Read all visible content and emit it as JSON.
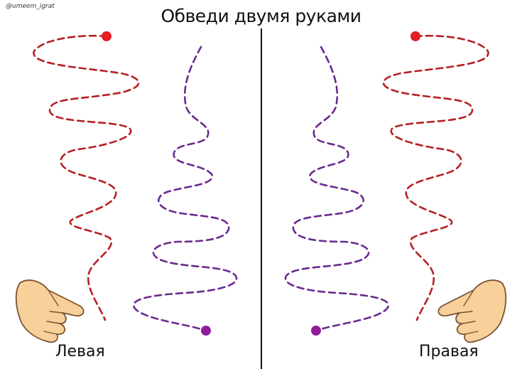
{
  "watermark": "@umeem_igrat",
  "title": "Обведи двумя руками",
  "labels": {
    "left": "Левая",
    "right": "Правая"
  },
  "colors": {
    "red_path": "#b52025",
    "purple_path": "#6a2a8f",
    "red_dot": "#e31e24",
    "purple_dot": "#8e1e9a",
    "divider": "#111111",
    "skin": "#f7d09a",
    "skin_outline": "#7a5232"
  },
  "icons": [
    "left-hand-icon",
    "right-hand-icon"
  ]
}
